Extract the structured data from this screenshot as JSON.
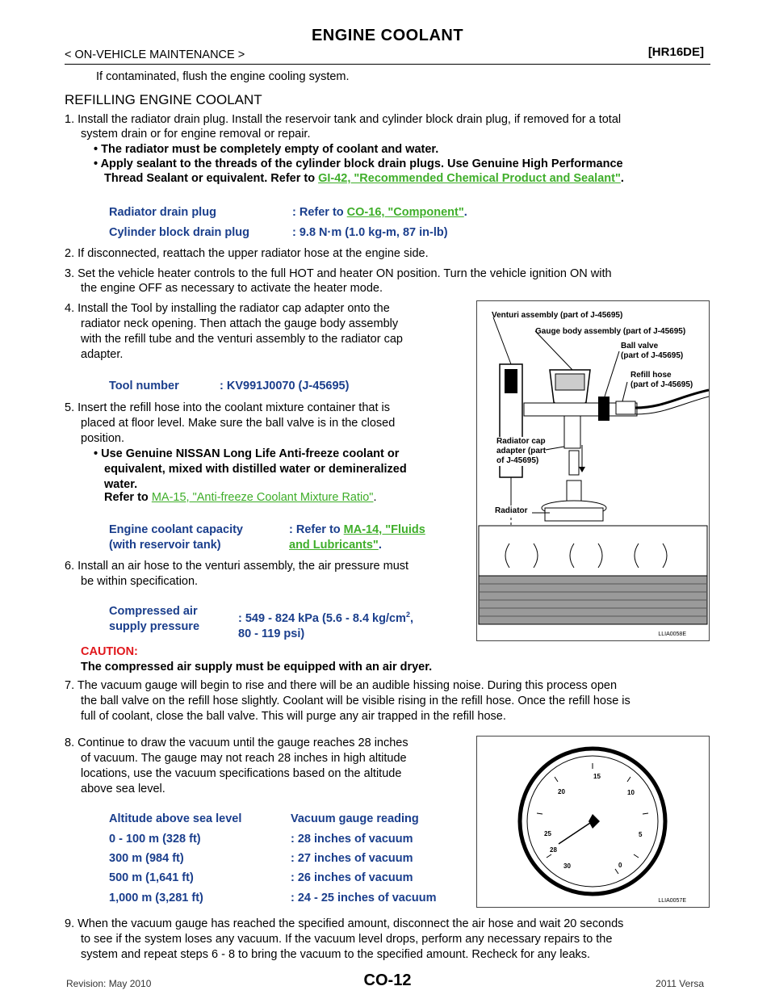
{
  "header": {
    "title": "ENGINE COOLANT",
    "section": "< ON-VEHICLE MAINTENANCE >",
    "model": "[HR16DE]"
  },
  "intro": "If contaminated, flush the engine cooling system.",
  "section_title": "REFILLING ENGINE COOLANT",
  "step1": {
    "text": "1.  Install the radiator drain plug. Install the reservoir tank and cylinder block drain plug, if removed for a total",
    "text2": "system drain or for engine removal or repair.",
    "bullet1": "The radiator must be completely empty of coolant and water.",
    "bullet2a": "Apply sealant to the threads of the cylinder block drain plugs. Use Genuine High Performance",
    "bullet2b": "Thread Sealant or equivalent. Refer to ",
    "bullet2_link": "GI-42, \"Recommended Chemical Product and Sealant\"",
    "spec1_label": "Radiator drain plug",
    "spec1_value": ": Refer to ",
    "spec1_link": "CO-16, \"Component\"",
    "spec2_label": "Cylinder block drain plug",
    "spec2_value": ": 9.8 N·m (1.0 kg-m, 87 in-lb)"
  },
  "step2": "2.  If disconnected, reattach the upper radiator hose at the engine side.",
  "step3a": "3.  Set the vehicle heater controls to the full HOT and heater ON position. Turn the vehicle ignition ON with",
  "step3b": "the engine OFF as necessary to activate the heater mode.",
  "step4": [
    "4.  Install the Tool by installing the radiator cap adapter onto the",
    "radiator neck opening. Then attach the gauge body assembly",
    "with the refill tube and the venturi assembly to the radiator cap",
    "adapter."
  ],
  "tool_label": "Tool number",
  "tool_value": ": KV991J0070 (J-45695)",
  "step5": [
    "5.  Insert the refill hose into the coolant mixture container that is",
    "placed at floor level. Make sure the ball valve is in the closed",
    "position."
  ],
  "step5_bullet": [
    "Use Genuine NISSAN Long Life Anti-freeze coolant or",
    "equivalent, mixed with distilled water or demineralized",
    "water."
  ],
  "step5_refer": "Refer to ",
  "step5_link": "MA-15, \"Anti-freeze Coolant Mixture Ratio\"",
  "capacity_label1": "Engine coolant capacity",
  "capacity_label2": "(with reservoir tank)",
  "capacity_value": ": Refer to ",
  "capacity_link1": "MA-14, \"Fluids",
  "capacity_link2": "and Lubricants\"",
  "step6": [
    "6.  Install an air hose to the venturi assembly, the air pressure must",
    "be within specification."
  ],
  "air_label1": "Compressed air",
  "air_label2": "supply pressure",
  "air_value1": ": 549 - 824 kPa (5.6 - 8.4 kg/cm",
  "air_sup": "2",
  "air_value1b": ",",
  "air_value2": "80 - 119 psi)",
  "caution_title": "CAUTION:",
  "caution_text": "The compressed air supply must be equipped with an air dryer.",
  "step7": [
    "7.  The vacuum gauge will begin to rise and there will be an audible hissing noise. During this process open",
    "the ball valve on the refill hose slightly. Coolant will be visible rising in the refill hose. Once the refill hose is",
    "full of coolant, close the ball valve. This will purge any air trapped in the refill hose."
  ],
  "step8": [
    "8.  Continue to draw the vacuum until the gauge reaches 28 inches",
    "of vacuum. The gauge may not reach 28 inches in high altitude",
    "locations, use the vacuum specifications based on the altitude",
    "above sea level."
  ],
  "altitude_table": {
    "header_left": "Altitude above sea level",
    "header_right": "Vacuum gauge reading",
    "rows": [
      {
        "alt": "0 - 100 m (328 ft)",
        "vac": ": 28 inches of vacuum"
      },
      {
        "alt": "300 m (984 ft)",
        "vac": ": 27 inches of vacuum"
      },
      {
        "alt": "500 m (1,641 ft)",
        "vac": ": 26 inches of vacuum"
      },
      {
        "alt": "1,000 m (3,281 ft)",
        "vac": ": 24 - 25 inches of vacuum"
      }
    ]
  },
  "step9": [
    "9.  When the vacuum gauge has reached the specified amount, disconnect the air hose and wait 20 seconds",
    "to see if the system loses any vacuum. If the vacuum level drops, perform any necessary repairs to the",
    "system and repeat steps 6 - 8 to bring the vacuum to the specified amount. Recheck for any leaks."
  ],
  "figure1": {
    "labels": {
      "venturi": "Venturi assembly (part of J-45695)",
      "gauge_body": "Gauge body assembly (part of J-45695)",
      "ball_valve1": "Ball valve",
      "ball_valve2": "(part of J-45695)",
      "refill1": "Refill hose",
      "refill2": "(part of J-45695)",
      "cap1": "Radiator cap",
      "cap2": "adapter (part",
      "cap3": "of J-45695)",
      "radiator": "Radiator"
    },
    "code": "LLIA0058E"
  },
  "figure2": {
    "dial": [
      "15",
      "10",
      "20",
      "25",
      "5",
      "28",
      "30",
      "0"
    ],
    "code": "LLIA0057E"
  },
  "footer": {
    "revision": "Revision: May 2010",
    "page": "CO-12",
    "vehicle": "2011 Versa"
  }
}
